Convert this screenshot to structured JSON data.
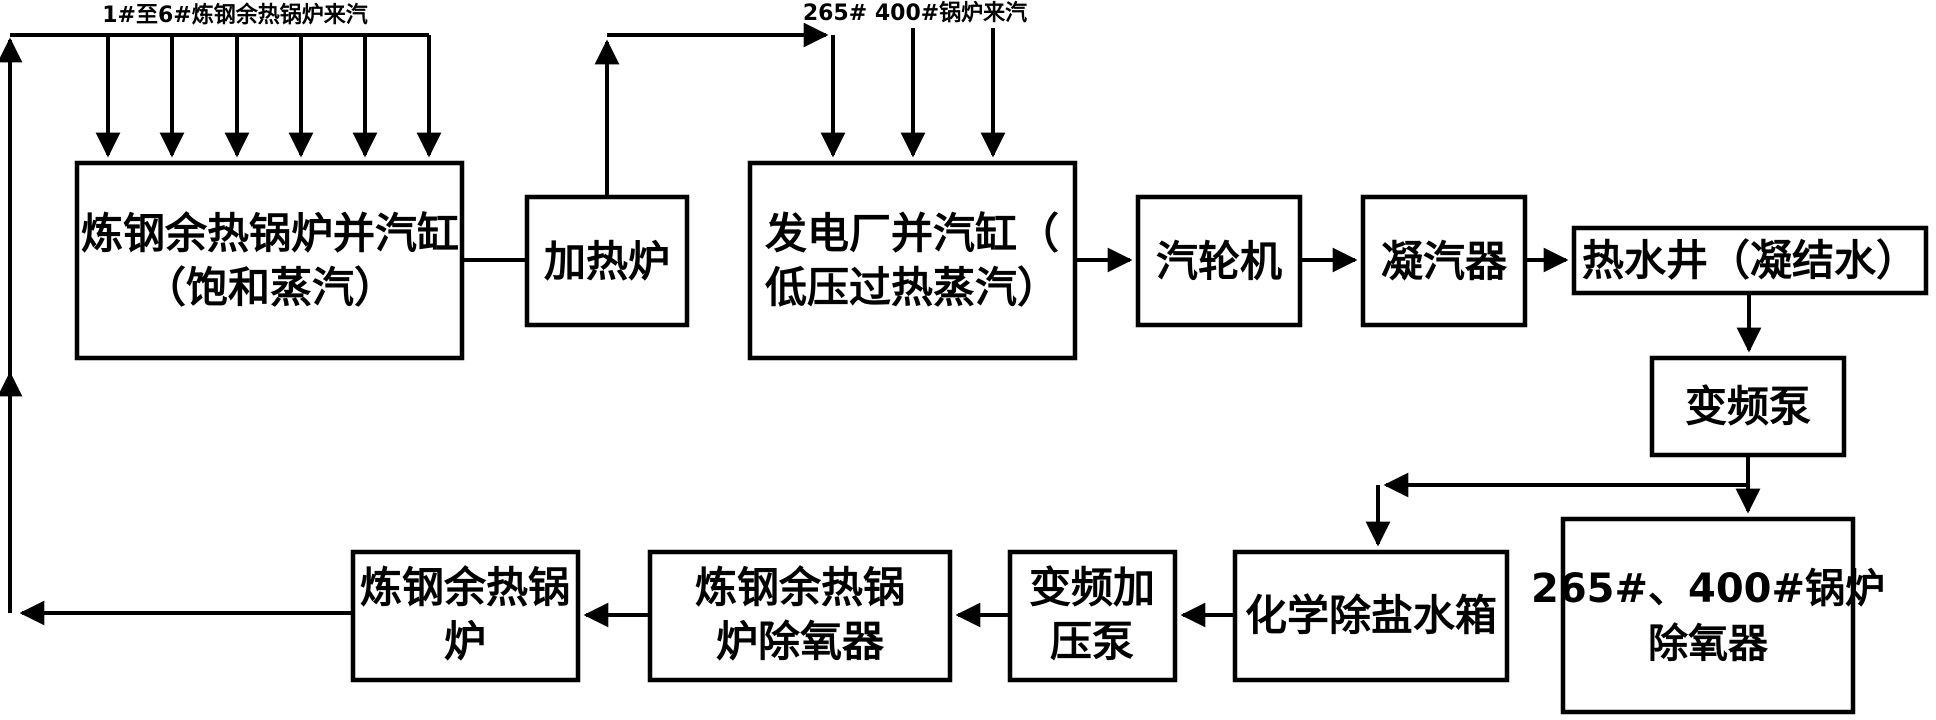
{
  "diagram": {
    "background_color": "#ffffff",
    "line_color": "#000000",
    "labels": {
      "steel_boilers_steam_in": "1#至6#炼钢余热锅炉来汽",
      "plant_boilers_steam_in": "265# 400#锅炉来汽"
    },
    "nodes": {
      "steel_waste_heat_drum": {
        "lines": [
          "炼钢余热锅炉并汽缸",
          "（饱和蒸汽）"
        ]
      },
      "heating_furnace": {
        "lines": [
          "加热炉"
        ]
      },
      "power_plant_drum": {
        "lines": [
          "发电厂并汽缸（",
          "低压过热蒸汽）"
        ]
      },
      "steam_turbine": {
        "lines": [
          "汽轮机"
        ]
      },
      "condenser": {
        "lines": [
          "凝汽器"
        ]
      },
      "hot_water_well": {
        "lines": [
          "热水井（凝结水）"
        ]
      },
      "vfd_pump": {
        "lines": [
          "变频泵"
        ]
      },
      "plant_boiler_deaerator": {
        "lines": [
          "265#、400#锅炉",
          "除氧器"
        ]
      },
      "demineralized_tank": {
        "lines": [
          "化学除盐水箱"
        ]
      },
      "vfd_booster_pump": {
        "lines": [
          "变频加",
          "压泵"
        ]
      },
      "steel_boiler_deaerator": {
        "lines": [
          "炼钢余热锅",
          "炉除氧器"
        ]
      },
      "steel_waste_heat_boiler": {
        "lines": [
          "炼钢余热锅",
          "炉"
        ]
      }
    }
  }
}
